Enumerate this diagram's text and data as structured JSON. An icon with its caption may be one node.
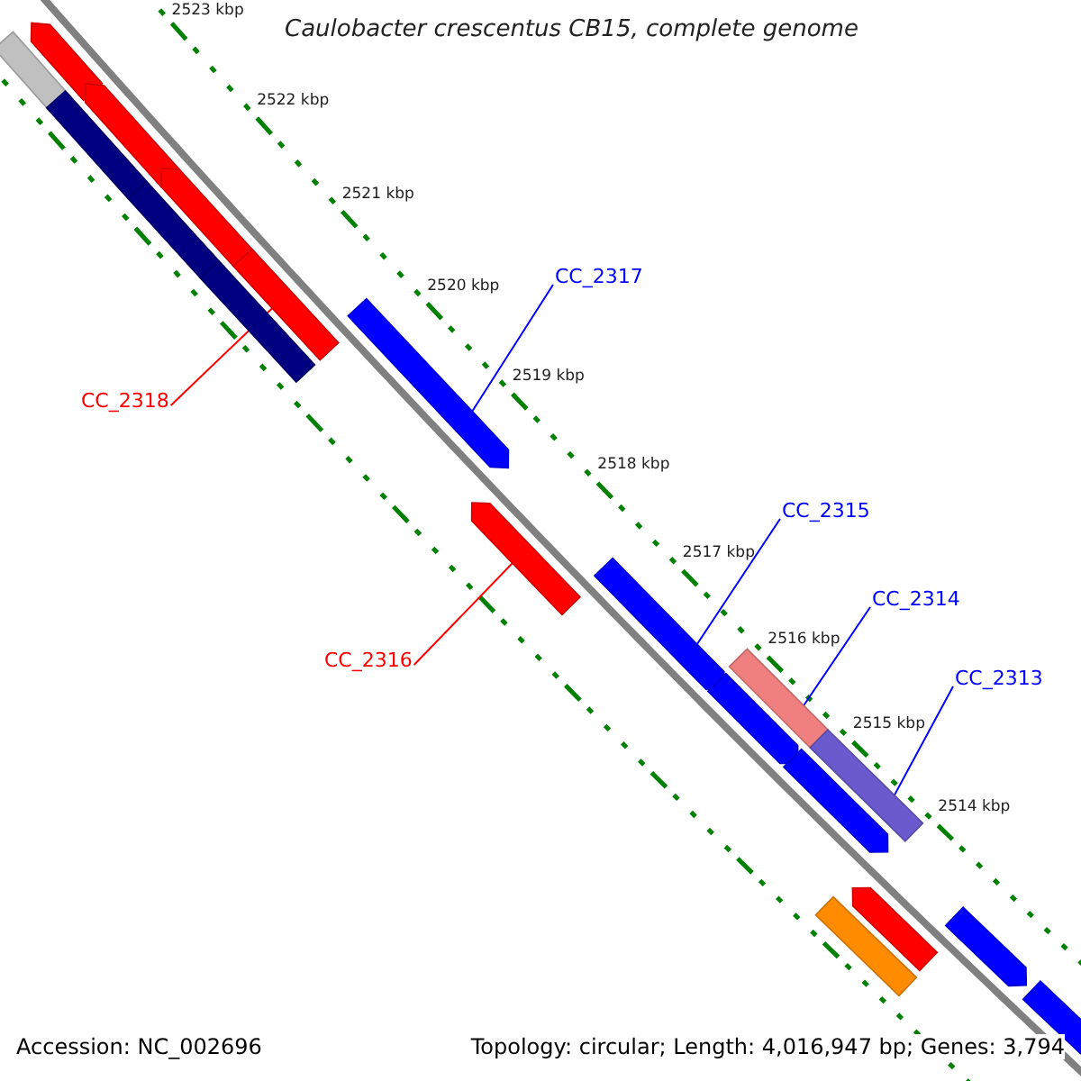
{
  "diagram": {
    "title": "Caulobacter crescentus CB15, complete genome",
    "nodes": [
      {
        "text": [
          "CC_2317"
        ]
      },
      {
        "text": [],
        "shape": "arrow"
      },
      {
        "text": [
          "CC_2318"
        ]
      },
      {
        "text": [],
        "shape": "arrow"
      },
      {
        "text": [
          "CC_2315"
        ]
      },
      {
        "text": [],
        "shape": "arrow"
      },
      {
        "text": [
          "CC_2314"
        ]
      },
      {
        "text": [],
        "shape": "bar"
      },
      {
        "text": [
          "CC_2316"
        ]
      },
      {
        "text": [],
        "shape": "arrow"
      },
      {
        "text": [
          "CC_2313"
        ]
      },
      {
        "text": [],
        "shape": "bar"
      },
      {
        "text": [],
        "shape": "bar"
      },
      {
        "text": [],
        "shape": "arrow"
      },
      {
        "text": [],
        "shape": "bar"
      },
      {
        "text": [],
        "shape": "arrow"
      },
      {
        "text": [],
        "shape": "bar"
      },
      {
        "text": [],
        "shape": "arrow"
      },
      {
        "text": [],
        "shape": "bar"
      },
      {
        "text": [],
        "shape": "arrow"
      },
      {
        "text": [],
        "shape": "arrow"
      },
      {
        "text": [],
        "shape": "arrow"
      },
      {
        "text": [],
        "shape": "arrow"
      },
      {
        "text": [],
        "shape": "bar"
      },
      {
        "text": [],
        "shape": "arrow"
      }
    ],
    "edges": [
      {
        "from": 0,
        "to": 1,
        "arrow": "none"
      },
      {
        "from": 2,
        "to": 3,
        "arrow": "none",
        "color": "#ff0000"
      },
      {
        "from": 4,
        "to": 5,
        "arrow": "none"
      },
      {
        "from": 6,
        "to": 7,
        "arrow": "none"
      },
      {
        "from": 8,
        "to": 9,
        "arrow": "none",
        "color": "#ff0000"
      },
      {
        "from": 10,
        "to": 11,
        "arrow": "none"
      }
    ],
    "labels": [
      "2523 kbp",
      "2522 kbp",
      "2521 kbp",
      "2520 kbp",
      "2519 kbp",
      "2518 kbp",
      "2517 kbp",
      "2516 kbp",
      "2515 kbp",
      "2514 kbp",
      "Accession: NC_002696",
      "Topology: circular; Length: 4,016,947 bp; Genes: 3,794"
    ]
  }
}
